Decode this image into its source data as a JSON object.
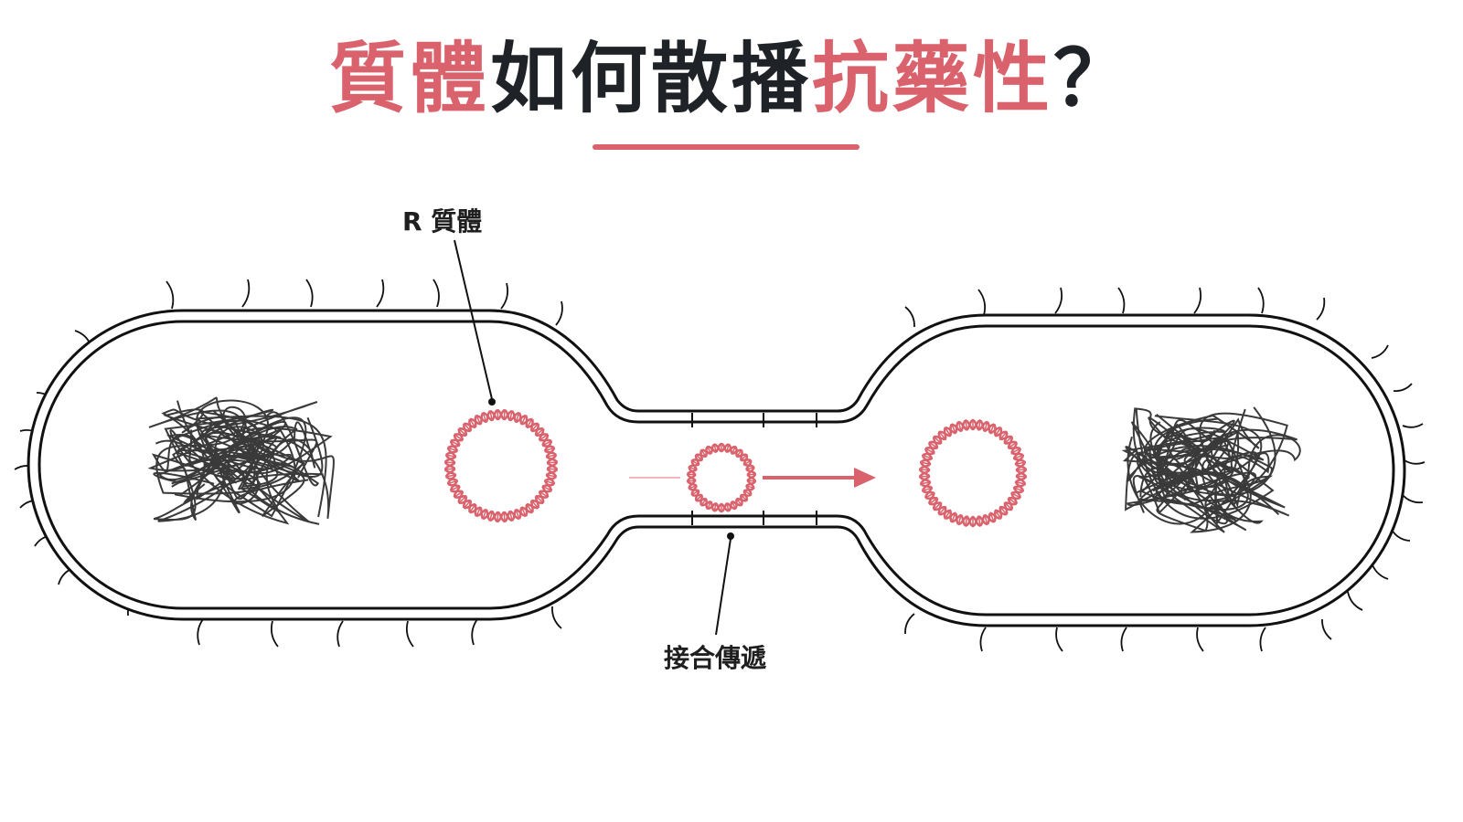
{
  "colors": {
    "accent": "#d9626d",
    "dark": "#1f2328",
    "outline": "#111111",
    "chromosome": "#3a3a3a",
    "arrow_faint": "#f1b7bd"
  },
  "title": {
    "segments": [
      {
        "text": "質體",
        "style": "accent"
      },
      {
        "text": "如何散播",
        "style": "dark"
      },
      {
        "text": "抗藥性",
        "style": "accent"
      },
      {
        "text": "？",
        "style": "dark"
      }
    ]
  },
  "labels": {
    "plasmid": "R 質體",
    "conjugation": "接合傳遞"
  },
  "icons": {
    "left_chromosome": "tangled-chromosome",
    "right_chromosome": "tangled-chromosome",
    "plasmids": "double-helix-ring",
    "transfer_arrow": "right-arrow"
  }
}
